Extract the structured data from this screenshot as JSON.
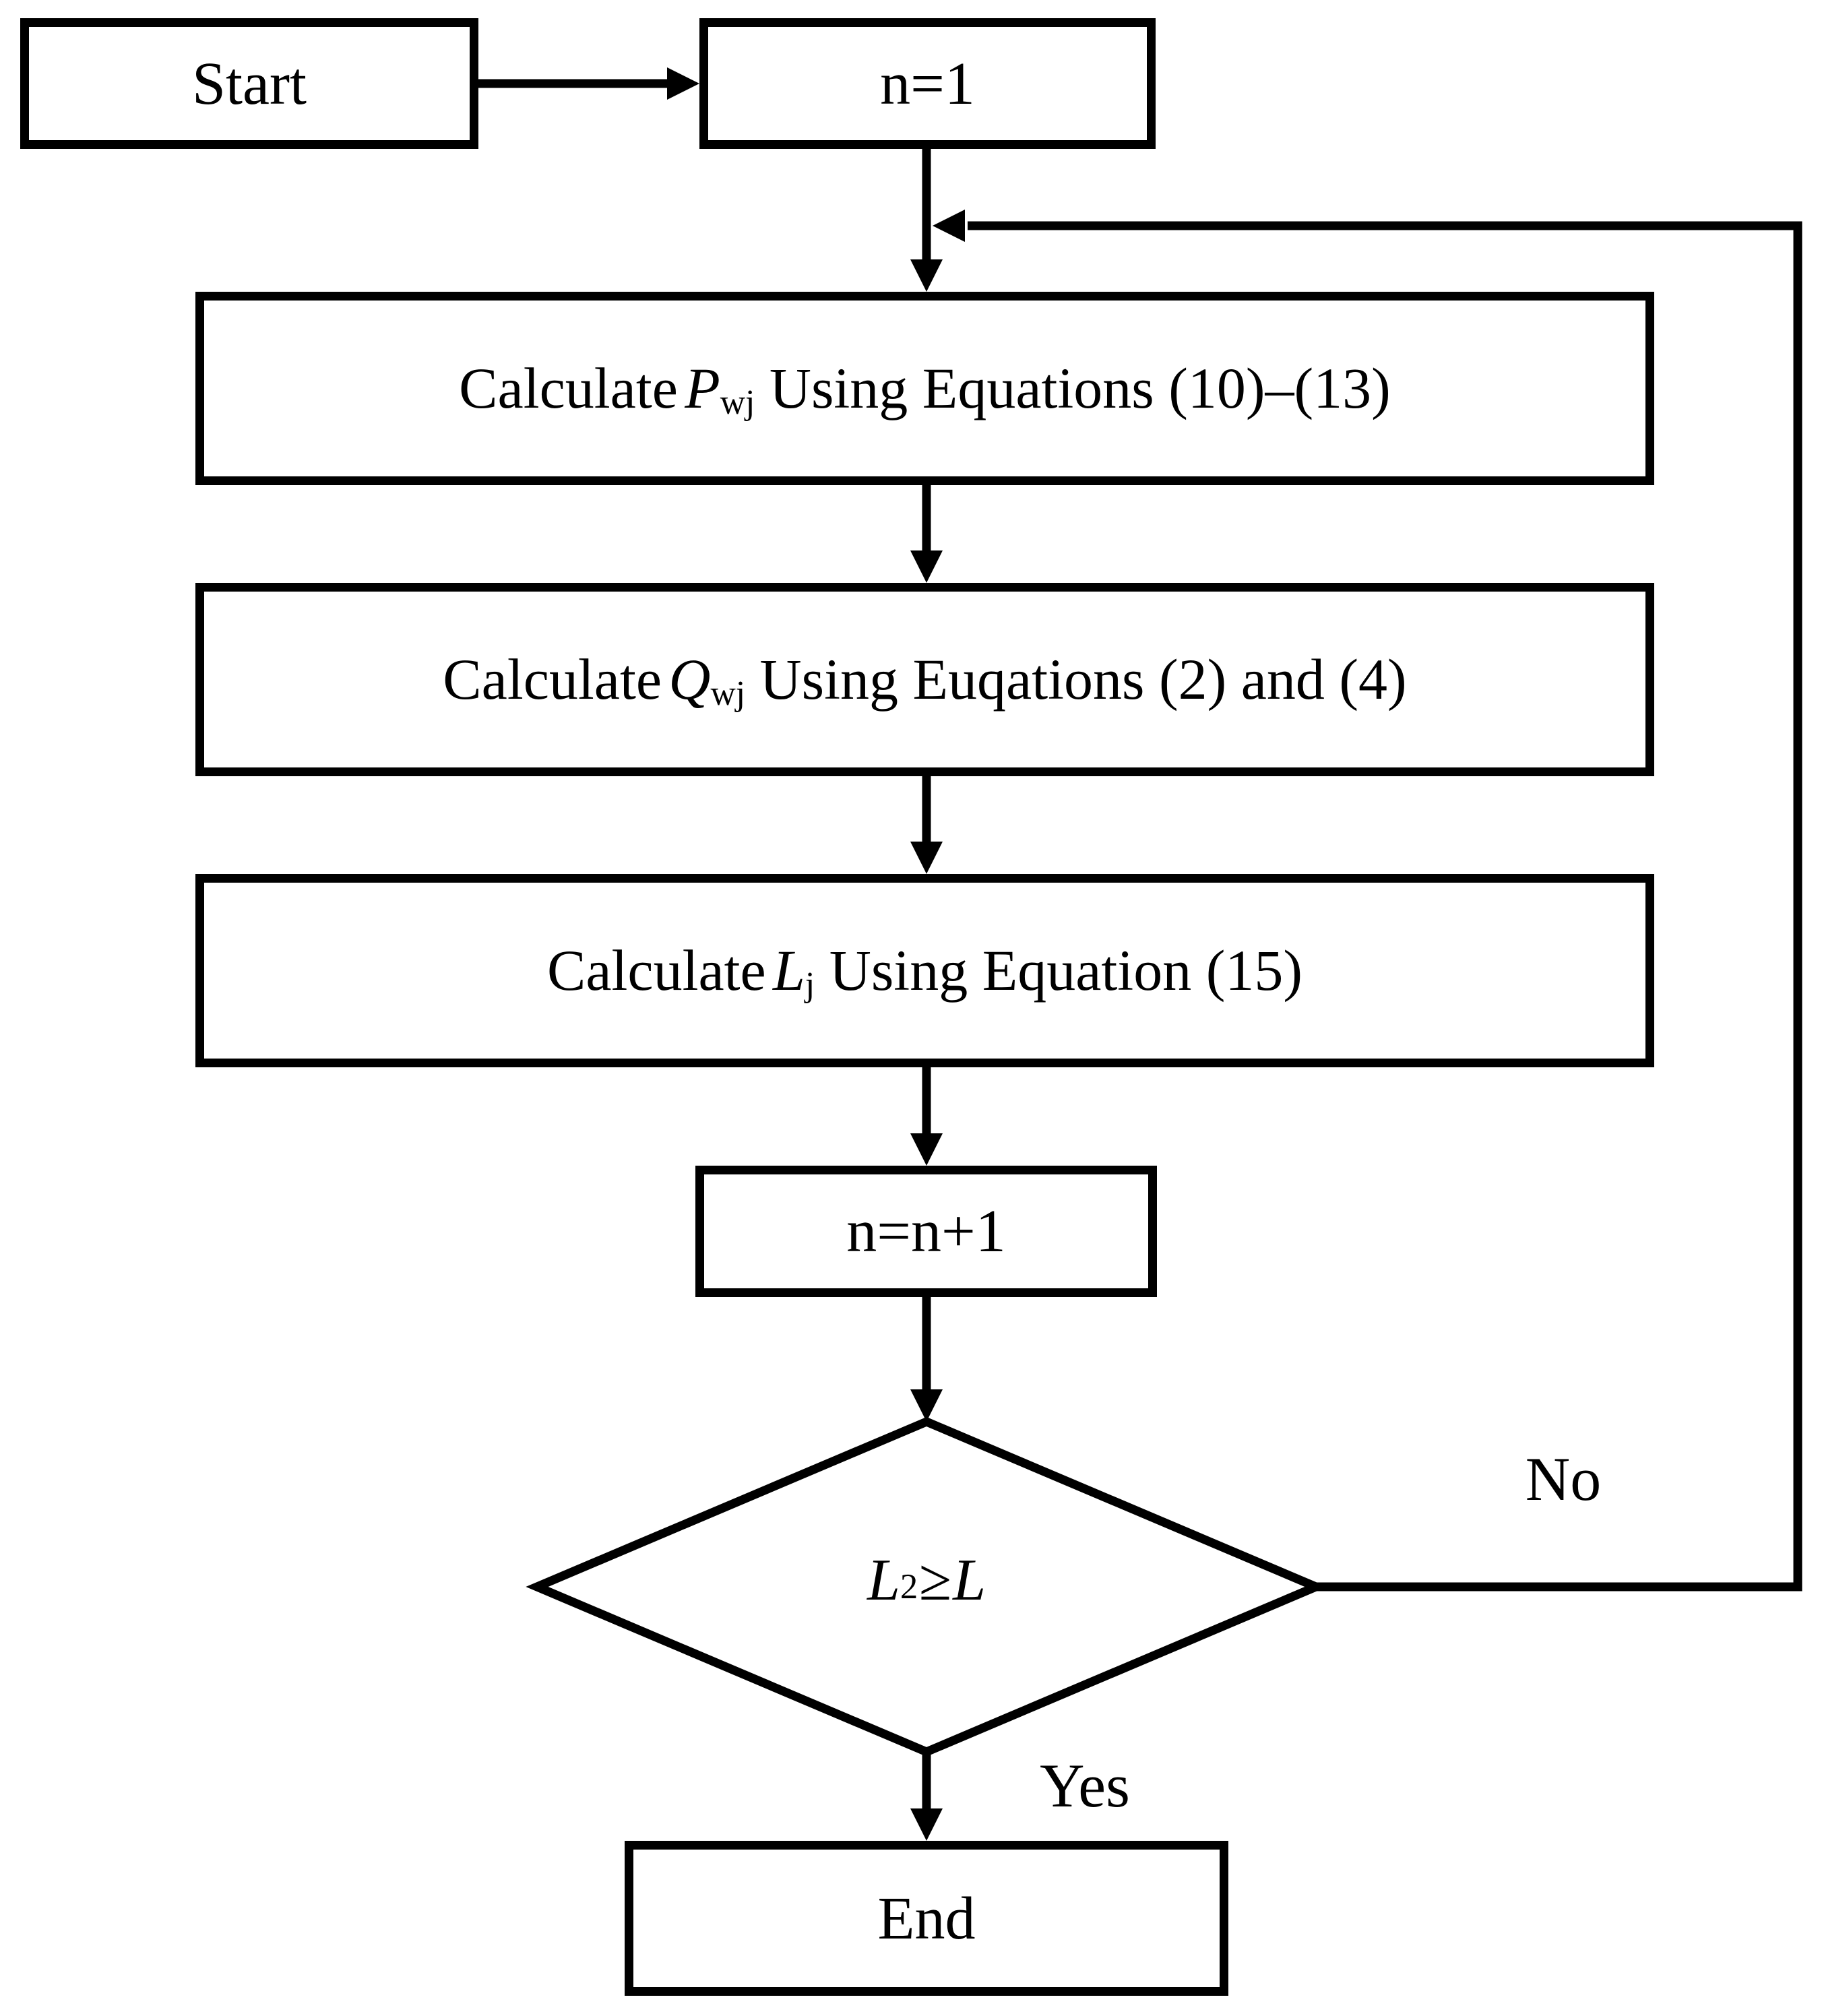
{
  "colors": {
    "background": "#ffffff",
    "line": "#000000",
    "text": "#000000"
  },
  "flowchart": {
    "nodes": {
      "start": {
        "label": "Start"
      },
      "init": {
        "label": "n=1"
      },
      "calc_p": {
        "prefix": "Calculate",
        "variable": "P",
        "subscript": "wj",
        "suffix": " Using Equations (10)–(13)"
      },
      "calc_q": {
        "prefix": "Calculate",
        "variable": "Q",
        "subscript": "wj",
        "suffix": " Using Euqations (2) and (4)"
      },
      "calc_l": {
        "prefix": "Calculate",
        "variable": "L",
        "subscript": "j",
        "suffix": " Using Equation (15)"
      },
      "increment": {
        "label": "n=n+1"
      },
      "decision": {
        "lhs_variable": "L",
        "lhs_subscript": "2",
        "operator": "≥",
        "rhs_variable": "L"
      },
      "end": {
        "label": "End"
      }
    },
    "edge_labels": {
      "no": "No",
      "yes": "Yes"
    }
  }
}
